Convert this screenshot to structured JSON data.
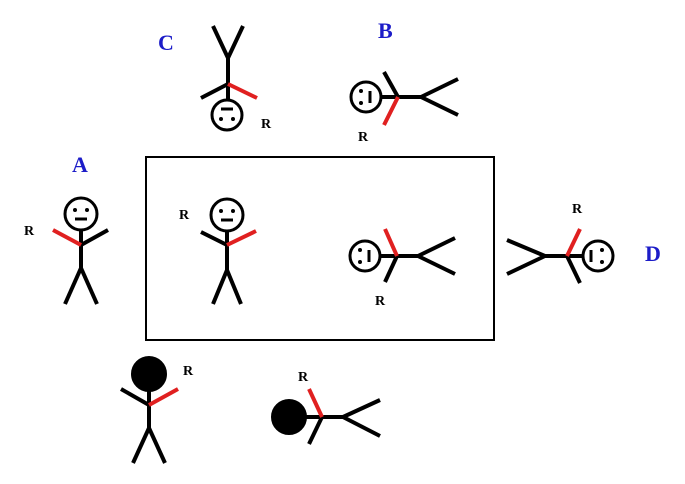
{
  "colors": {
    "stroke": "#000000",
    "arm_highlight": "#e02020",
    "view_letter": "#1c1cc8",
    "head_filled": "#000000"
  },
  "view_labels": {
    "a": "A",
    "b": "B",
    "c": "C",
    "d": "D"
  },
  "arm_labels": {
    "center_standing": "R",
    "center_lying": "R",
    "view_a": "R",
    "view_b": "R",
    "view_c": "R",
    "view_d": "R",
    "back_standing": "R",
    "back_lying": "R"
  }
}
